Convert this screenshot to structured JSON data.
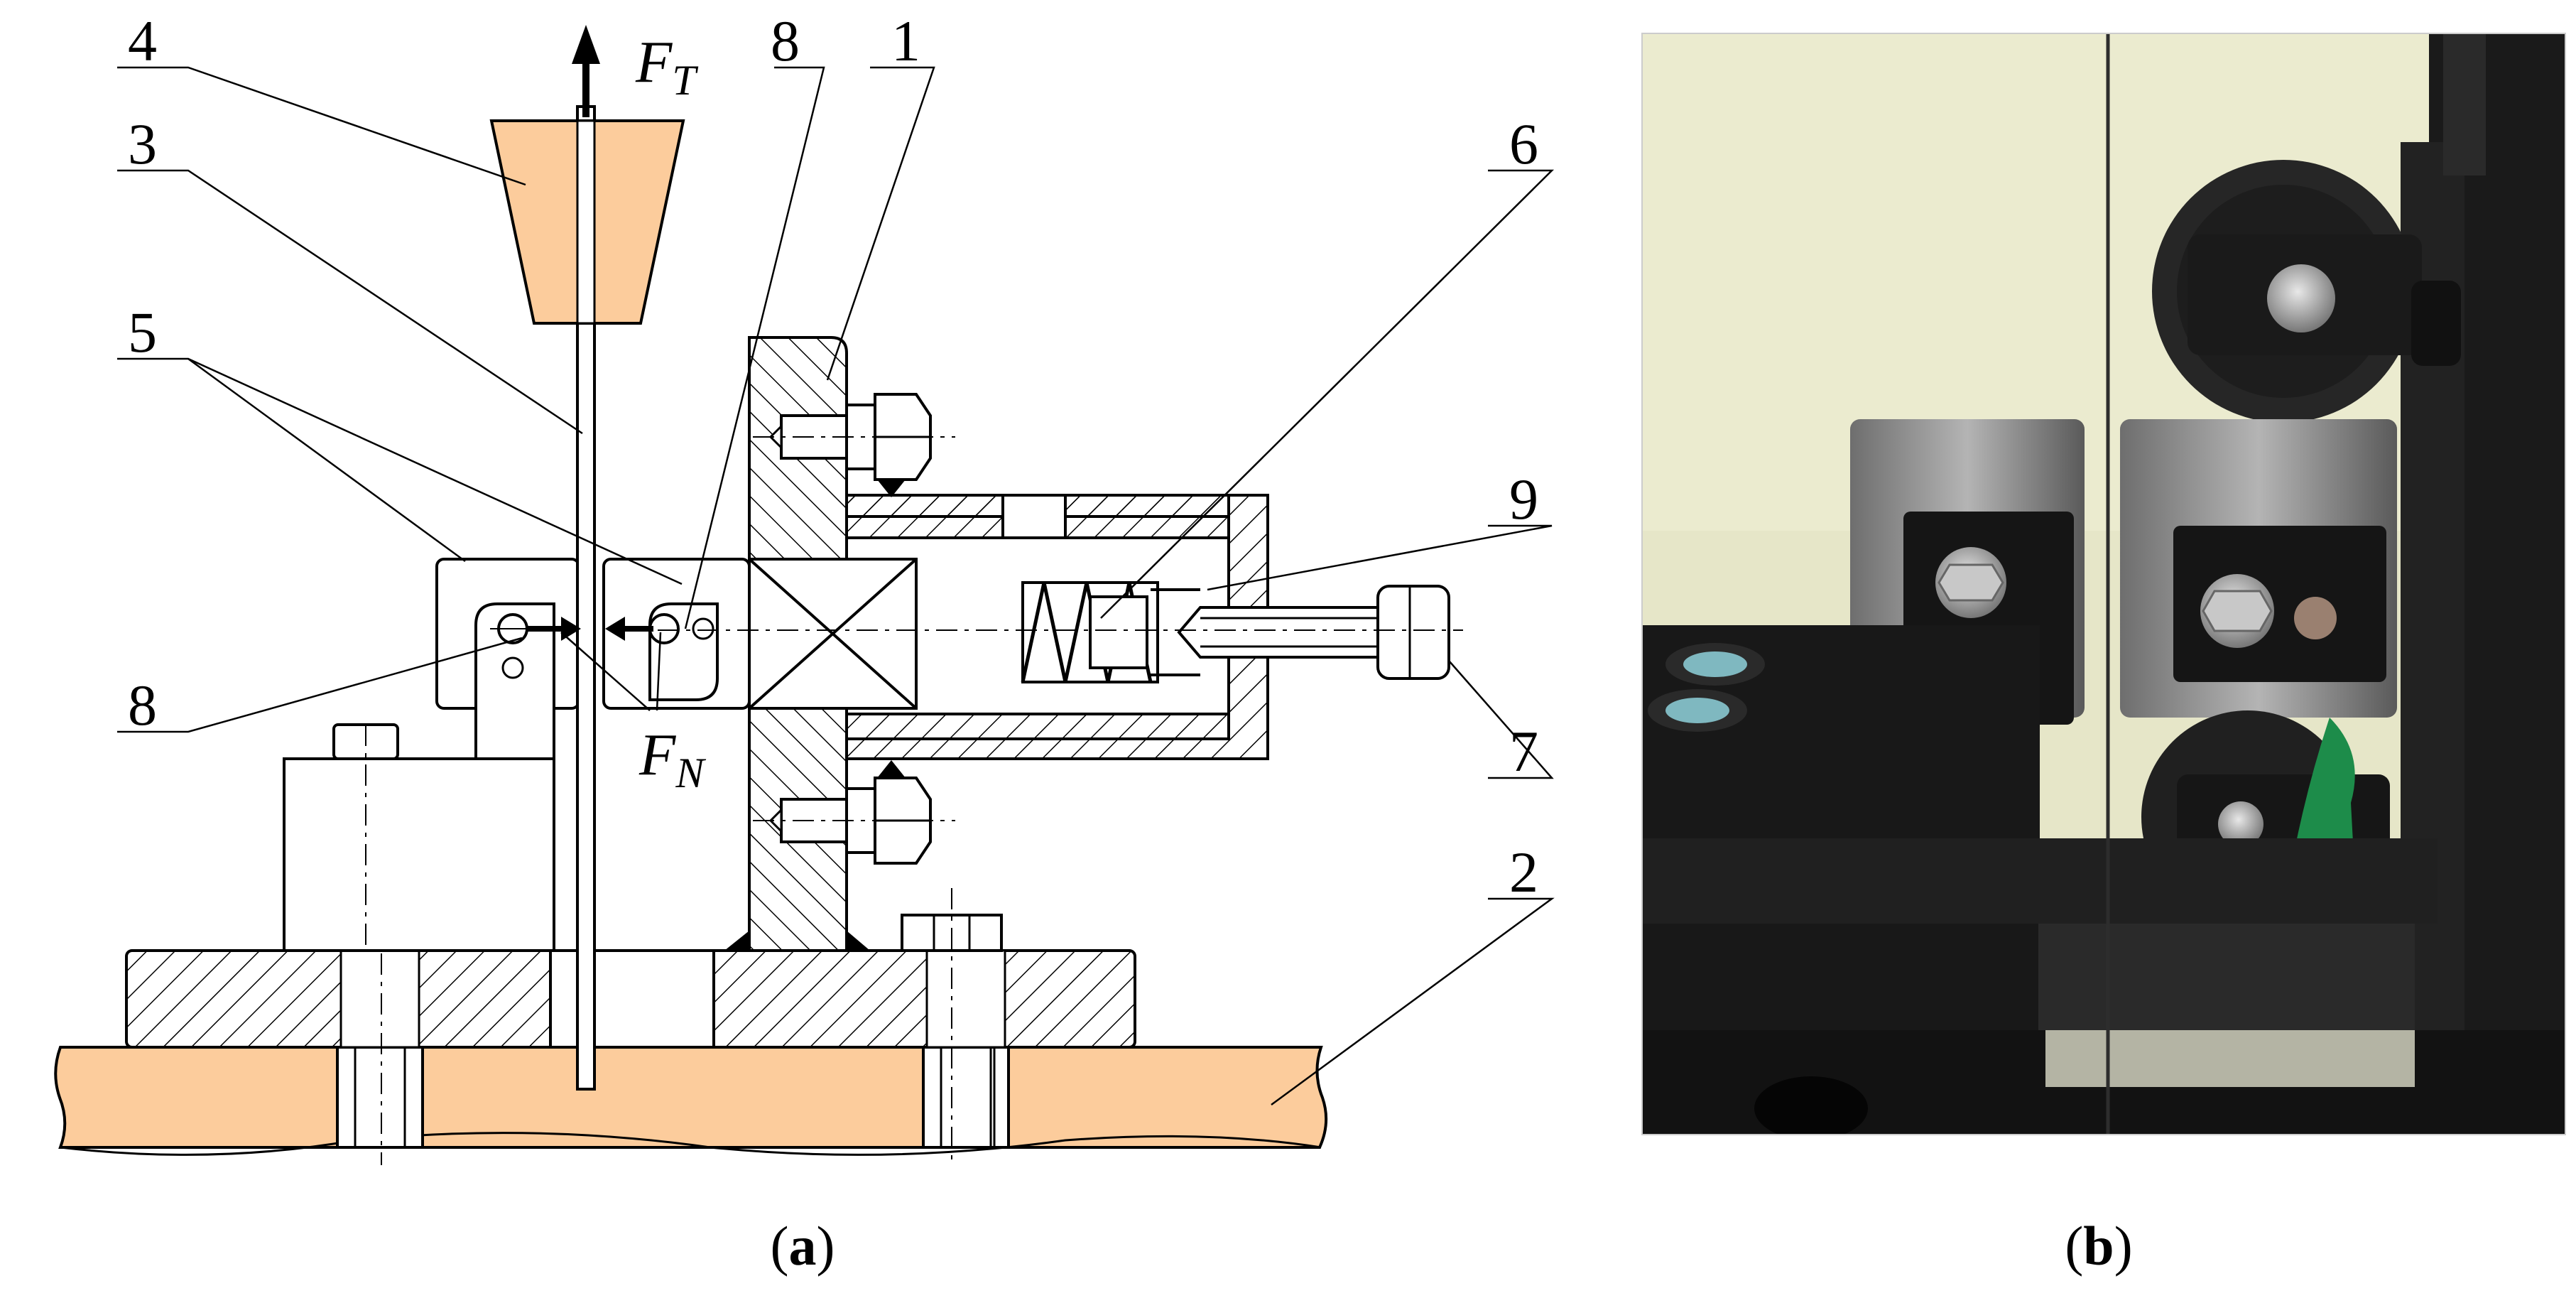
{
  "figure": {
    "panel_a": {
      "caption_open": "(",
      "caption_letter": "a",
      "caption_close": ")",
      "callouts": [
        "1",
        "2",
        "3",
        "4",
        "5",
        "6",
        "7",
        "8",
        "8",
        "9"
      ],
      "forces": {
        "tension": {
          "symbol": "F",
          "subscript": "T"
        },
        "normal": {
          "symbol": "F",
          "subscript": "N"
        }
      }
    },
    "panel_b": {
      "caption_open": "(",
      "caption_letter": "b",
      "caption_close": ")"
    },
    "colors": {
      "part_fill": "#fccc9c",
      "line": "#000000",
      "photo_wall": "#e6e6c8",
      "photo_metal_dark": "#1a1a1a",
      "photo_steel": "#8c8c8c",
      "photo_green": "#1d8c4a"
    }
  }
}
